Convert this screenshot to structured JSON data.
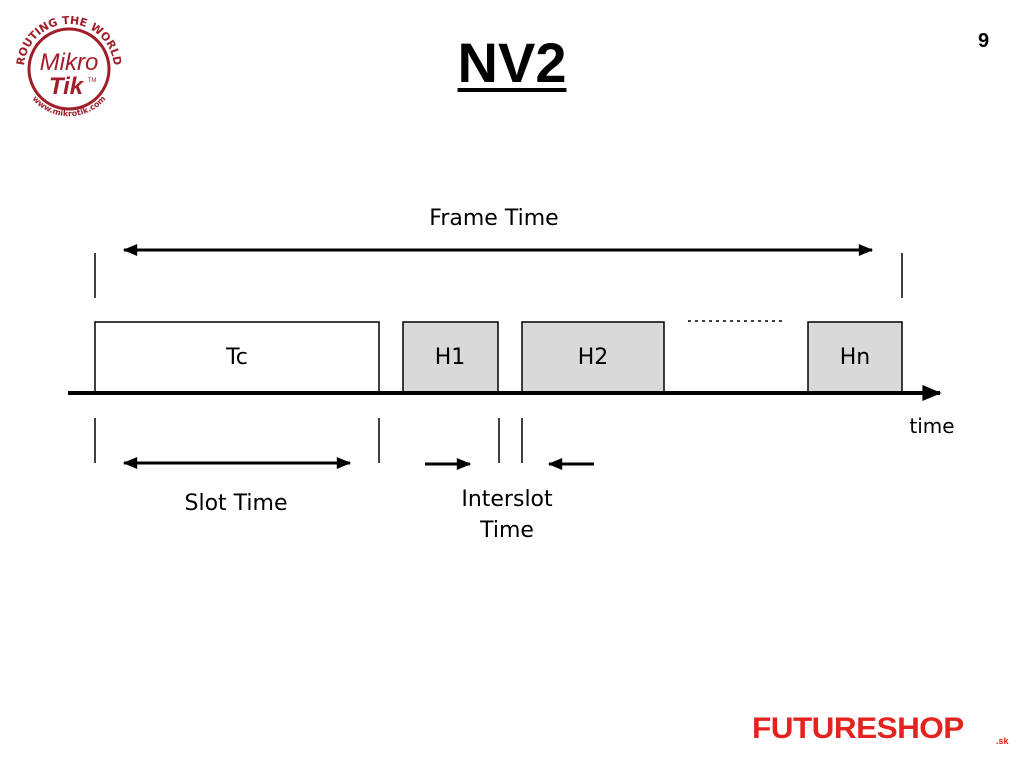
{
  "slide": {
    "title": "NV2",
    "number": "9"
  },
  "logo": {
    "top_text": "ROUTING THE WORLD",
    "bottom_text": "www.mikrotik.com",
    "word1": "Mikro",
    "word2": "Tik",
    "tm": "TM",
    "ring_color": "#a01e2a"
  },
  "footer_logo": {
    "name": "FUTURESHOP",
    "suffix": ".sk",
    "color": "#e4231f"
  },
  "diagram": {
    "frame_time_label": "Frame Time",
    "slot_time_label": "Slot Time",
    "interslot_label_line1": "Interslot",
    "interslot_label_line2": "Time",
    "time_axis_label": "time",
    "slots": [
      {
        "label": "Tc",
        "fill": "#ffffff"
      },
      {
        "label": "H1",
        "fill": "#d9d9d9"
      },
      {
        "label": "H2",
        "fill": "#d9d9d9"
      },
      {
        "label": "Hn",
        "fill": "#d9d9d9"
      }
    ]
  }
}
